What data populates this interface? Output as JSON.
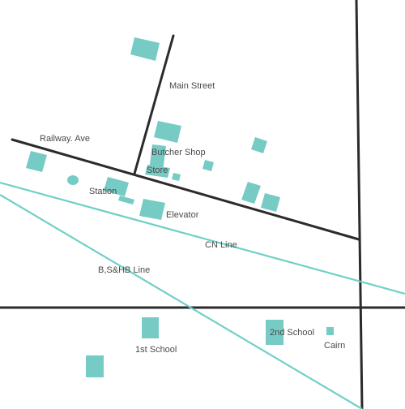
{
  "colors": {
    "background": "#ffffff",
    "road": "#2b2b2b",
    "railway": "#6fcfc7",
    "building": "#76cbc5",
    "label_text": "#4a4a4a"
  },
  "labels": {
    "main_street": "Main Street",
    "railway_ave": "Railway. Ave",
    "butcher_shop": "Butcher Shop",
    "store": "Store",
    "station": "Station",
    "elevator": "Elevator",
    "cn_line": "CN Line",
    "bshb_line": "B,S&HB Line",
    "first_school": "1st School",
    "second_school": "2nd School",
    "cairn": "Cairn"
  }
}
